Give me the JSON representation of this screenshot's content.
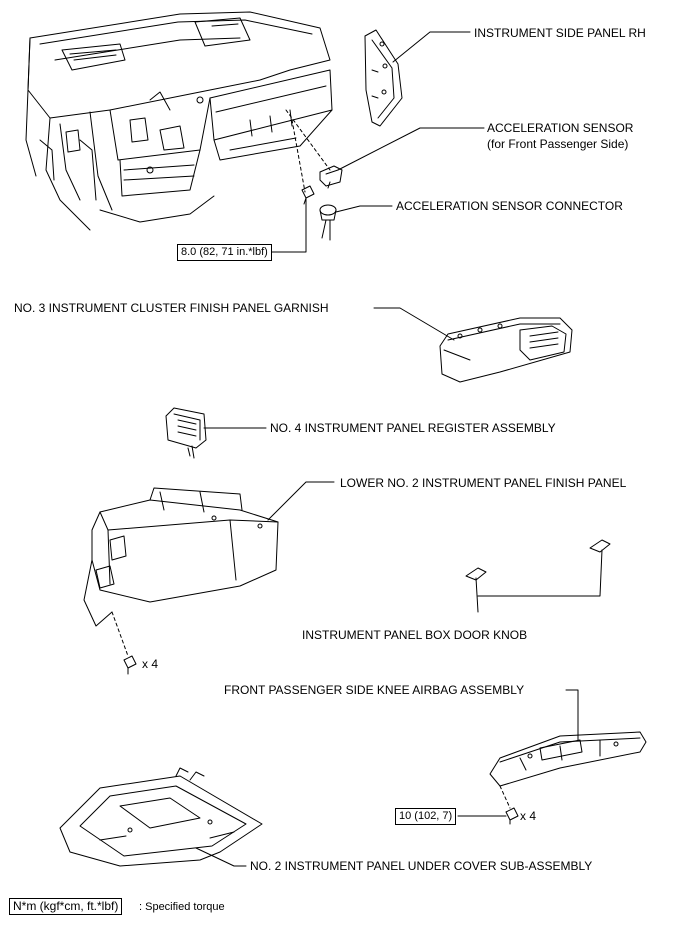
{
  "labels": {
    "side_panel_rh": "INSTRUMENT SIDE PANEL RH",
    "accel_sensor_1": "ACCELERATION SENSOR",
    "accel_sensor_2": "(for Front Passenger Side)",
    "accel_sensor_connector": "ACCELERATION SENSOR CONNECTOR",
    "cluster_garnish": "NO. 3 INSTRUMENT CLUSTER FINISH PANEL GARNISH",
    "register_assy": "NO. 4 INSTRUMENT PANEL REGISTER ASSEMBLY",
    "lower_finish_panel": "LOWER NO. 2 INSTRUMENT PANEL FINISH PANEL",
    "box_door_knob": "INSTRUMENT PANEL BOX DOOR KNOB",
    "knee_airbag": "FRONT PASSENGER SIDE KNEE AIRBAG ASSEMBLY",
    "under_cover": "NO. 2 INSTRUMENT PANEL UNDER COVER SUB-ASSEMBLY"
  },
  "torques": {
    "sensor_bolt": "8.0 (82, 71 in.*lbf)",
    "airbag_bolt": "10 (102, 7)"
  },
  "quantities": {
    "glovebox_screws": "x 4",
    "airbag_bolts": "x 4"
  },
  "legend": {
    "unit_box": "N*m (kgf*cm, ft.*lbf)",
    "description": ": Specified torque"
  }
}
